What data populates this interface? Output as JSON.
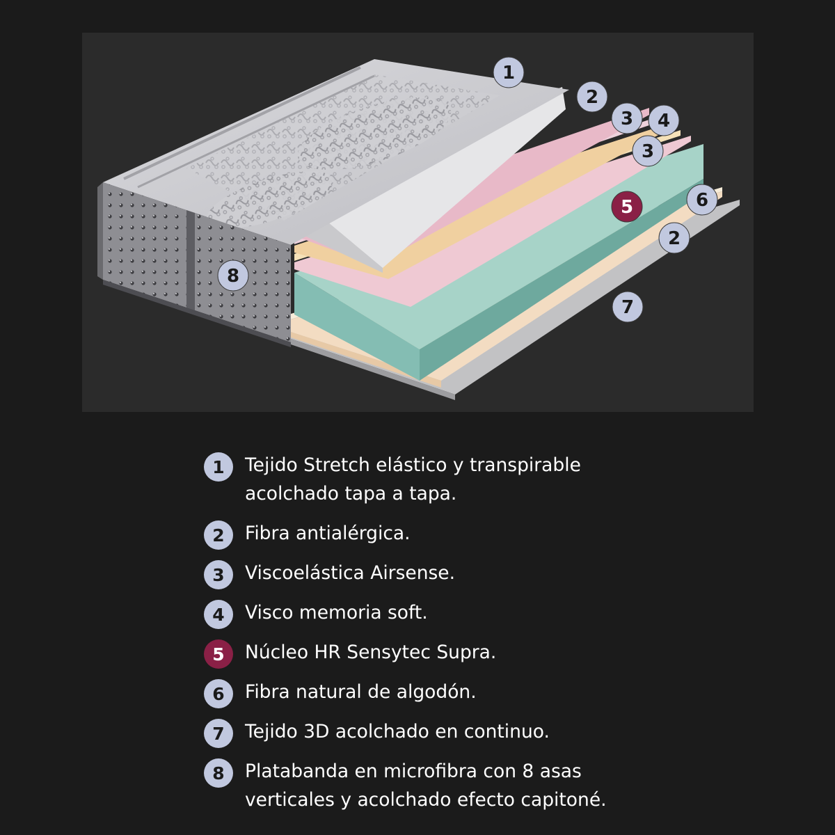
{
  "colors": {
    "background": "#1b1b1b",
    "panel": "#2b2b2b",
    "badge_default": "#c1c8df",
    "badge_default_text": "#1a1a1a",
    "badge_accent": "#8a2046",
    "badge_accent_text": "#ffffff",
    "legend_text": "#ffffff"
  },
  "diagram": {
    "markers": [
      {
        "number": "1",
        "accent": false
      },
      {
        "number": "2",
        "accent": false
      },
      {
        "number": "3",
        "accent": false
      },
      {
        "number": "4",
        "accent": false
      },
      {
        "number": "3",
        "accent": false
      },
      {
        "number": "6",
        "accent": false
      },
      {
        "number": "5",
        "accent": true
      },
      {
        "number": "2",
        "accent": false
      },
      {
        "number": "8",
        "accent": false
      },
      {
        "number": "7",
        "accent": false
      }
    ]
  },
  "legend": [
    {
      "number": "1",
      "accent": false,
      "lines": [
        "Tejido Stretch elástico y transpirable",
        "acolchado tapa a tapa."
      ]
    },
    {
      "number": "2",
      "accent": false,
      "lines": [
        "Fibra antialérgica."
      ]
    },
    {
      "number": "3",
      "accent": false,
      "lines": [
        "Viscoelástica Airsense."
      ]
    },
    {
      "number": "4",
      "accent": false,
      "lines": [
        "Visco memoria soft."
      ]
    },
    {
      "number": "5",
      "accent": true,
      "lines": [
        "Núcleo HR Sensytec Supra."
      ]
    },
    {
      "number": "6",
      "accent": false,
      "lines": [
        "Fibra natural de algodón."
      ]
    },
    {
      "number": "7",
      "accent": false,
      "lines": [
        "Tejido 3D acolchado en continuo."
      ]
    },
    {
      "number": "8",
      "accent": false,
      "lines": [
        "Platabanda en microfibra con 8 asas",
        "verticales y acolchado efecto capitoné."
      ]
    }
  ]
}
